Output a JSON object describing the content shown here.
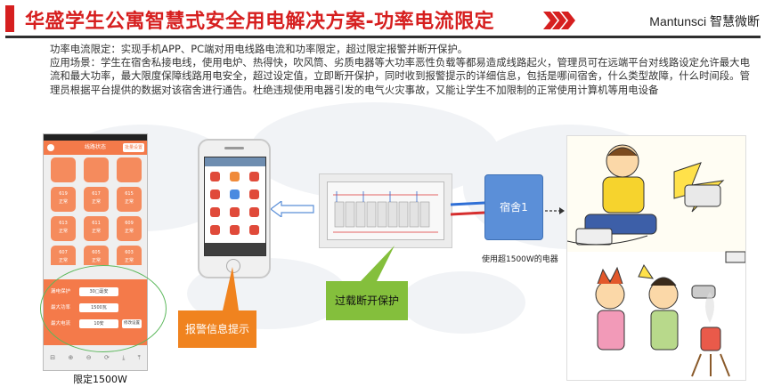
{
  "header": {
    "title": "华盛学生公寓智慧式安全用电解决方案-功率电流限定",
    "brand": "Mantunsci 智慧微断"
  },
  "description": {
    "line1": "功率电流限定：实现手机APP、PC端对用电线路电流和功率限定，超过限定报警并断开保护。",
    "line2": "应用场景：学生在宿舍私接电线，使用电炉、热得快，吹风筒、劣质电器等大功率恶性负载等都易造成线路起火，管理员可在远端平台对线路设定允许最大电流和最大功率，最大限度保障线路用电安全，超过设定值，立即断开保护，同时收到报警提示的详细信息，包括是哪间宿舍，什么类型故障，什么时间段。管理员根据平台提供的数据对该宿舍进行通告。杜绝违规使用电器引发的电气火灾事故，又能让学生不加限制的正常使用计算机等用电设备"
  },
  "app": {
    "header_title": "线路状态",
    "header_button": "批量设置",
    "rooms": [
      {
        "num": "",
        "label": ""
      },
      {
        "num": "",
        "label": ""
      },
      {
        "num": "",
        "label": ""
      },
      {
        "num": "619",
        "label": "正常"
      },
      {
        "num": "617",
        "label": "正常"
      },
      {
        "num": "615",
        "label": "正常"
      },
      {
        "num": "613",
        "label": "正常"
      },
      {
        "num": "611",
        "label": "正常"
      },
      {
        "num": "609",
        "label": "正常"
      },
      {
        "num": "607",
        "label": "正常"
      },
      {
        "num": "605",
        "label": "正常"
      },
      {
        "num": "603",
        "label": "正常"
      }
    ],
    "form": {
      "row1_label": "漏电保护",
      "row1_value": "30□毫安",
      "row2_label": "最大功率",
      "row2_value": "1500瓦",
      "row3_label": "最大电流",
      "row3_value": "10安",
      "set_button": "修改设置"
    },
    "tools": [
      "⊟",
      "⊕",
      "⊖",
      "⟳",
      "⤓",
      "⤒"
    ]
  },
  "labels": {
    "limit": "限定1500W",
    "alarm": "报警信息提示",
    "overload": "过载断开保护",
    "room": "宿舍1",
    "over_power": "使用超1500W的电器"
  },
  "colors": {
    "title_red": "#d61f1f",
    "orange": "#f0831f",
    "green": "#84bf3c",
    "blue": "#5b8fd8",
    "app_orange": "#f47a4a"
  },
  "icons": [
    "chevron-right-icon",
    "back-icon",
    "refresh-icon",
    "download-icon",
    "zoom-in-icon",
    "zoom-out-icon"
  ]
}
